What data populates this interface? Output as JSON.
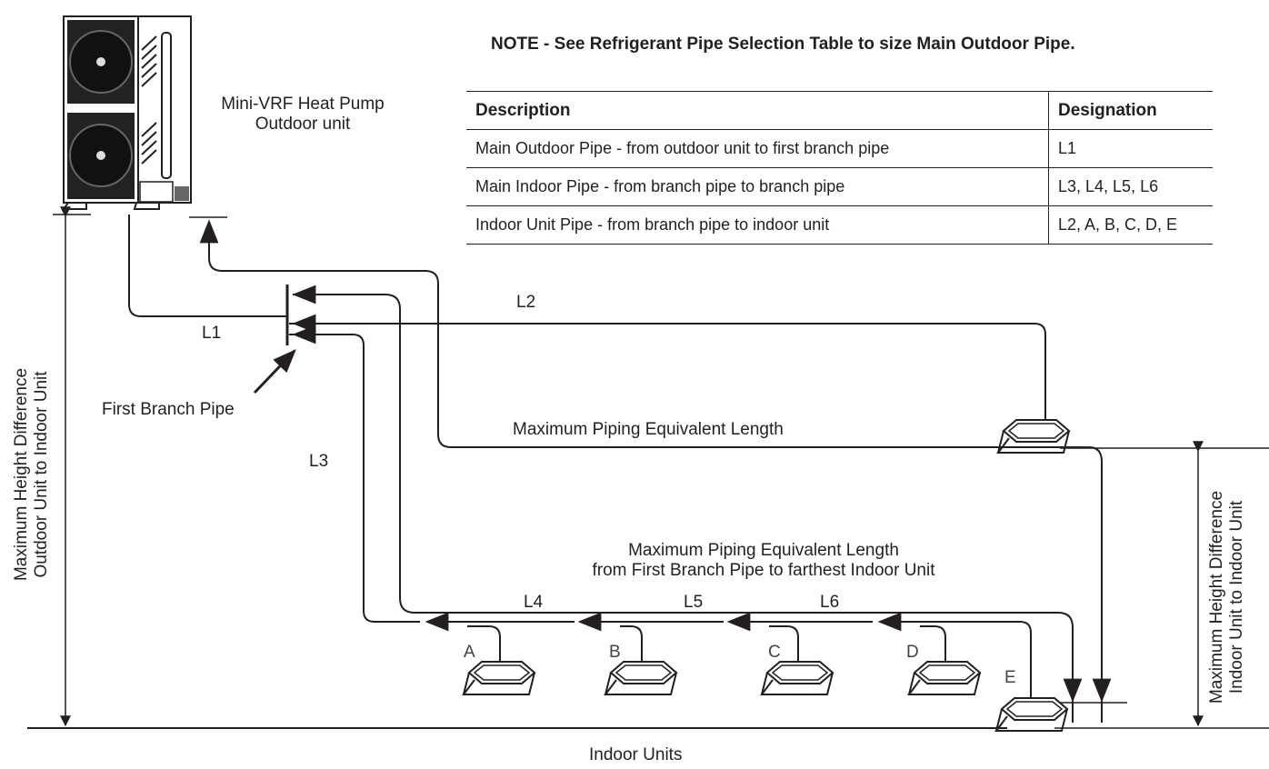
{
  "note": "NOTE - See Refrigerant Pipe Selection Table to size Main Outdoor Pipe.",
  "table": {
    "headers": [
      "Description",
      "Designation"
    ],
    "rows": [
      [
        "Main Outdoor Pipe - from outdoor unit to first branch pipe",
        "L1"
      ],
      [
        "Main Indoor Pipe - from branch pipe to branch pipe",
        "L3, L4, L5, L6"
      ],
      [
        "Indoor Unit Pipe - from branch pipe to indoor unit",
        "L2, A, B, C, D, E"
      ]
    ]
  },
  "labels": {
    "outdoor_unit_line1": "Mini-VRF Heat Pump",
    "outdoor_unit_line2": "Outdoor unit",
    "first_branch_pipe": "First Branch Pipe",
    "max_piping_length": "Maximum Piping Equivalent Length",
    "max_piping_from_branch_line1": "Maximum Piping Equivalent Length",
    "max_piping_from_branch_line2": "from First Branch Pipe to farthest Indoor Unit",
    "indoor_units": "Indoor Units",
    "left_height_line1": "Maximum Height Difference",
    "left_height_line2": "Outdoor Unit to Indoor Unit",
    "right_height_line1": "Maximum Height Difference",
    "right_height_line2": "Indoor Unit to Indoor Unit"
  },
  "pipes": {
    "l1": "L1",
    "l2": "L2",
    "l3": "L3",
    "l4": "L4",
    "l5": "L5",
    "l6": "L6"
  },
  "units": {
    "a": "A",
    "b": "B",
    "c": "C",
    "d": "D",
    "e": "E"
  }
}
